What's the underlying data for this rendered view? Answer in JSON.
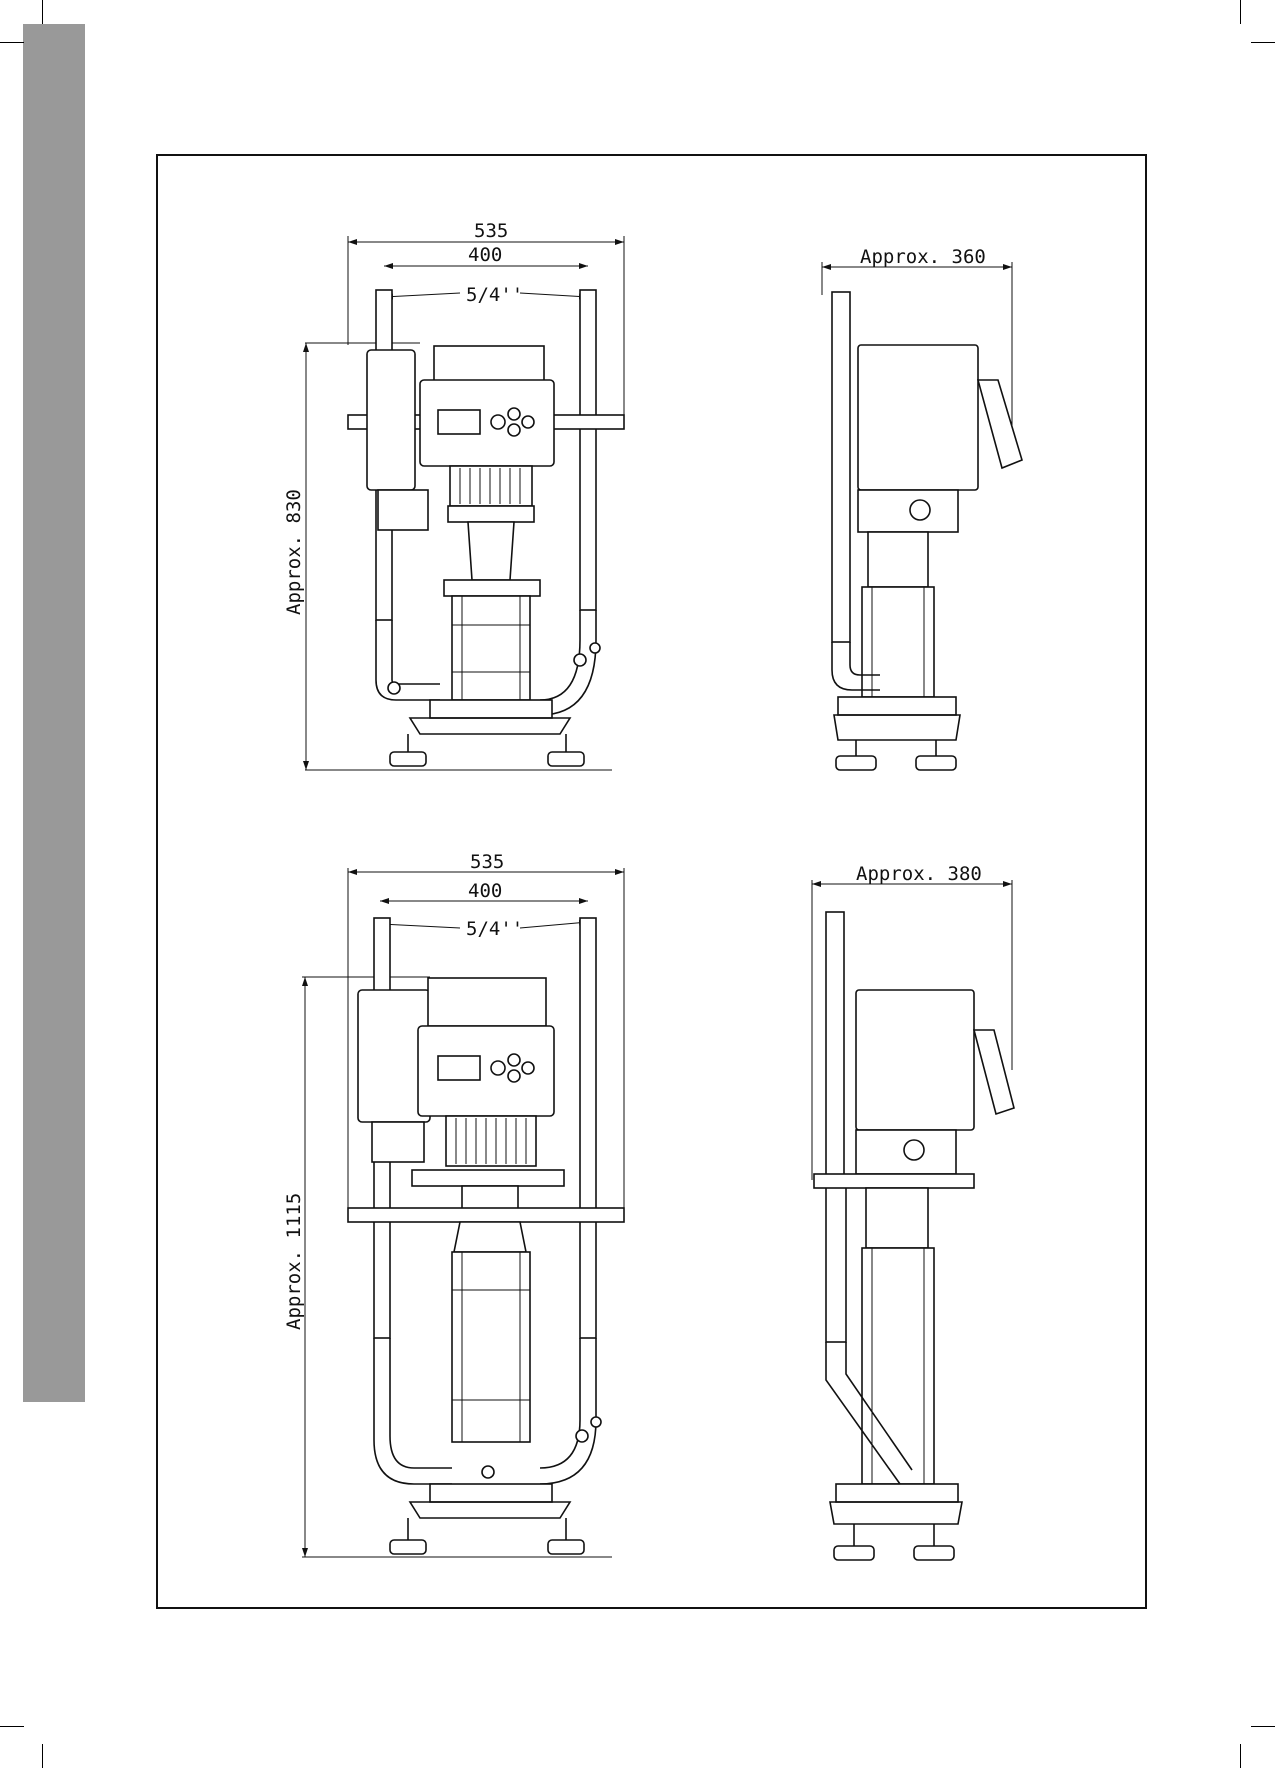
{
  "page": {
    "sidebar_color": "#999999",
    "frame_color": "#111111"
  },
  "views": {
    "top_front": {
      "width_overall": "535",
      "width_pipes": "400",
      "pipe_size": "5/4''",
      "height": "Approx. 830"
    },
    "top_side": {
      "depth": "Approx. 360"
    },
    "bottom_front": {
      "width_overall": "535",
      "width_pipes": "400",
      "pipe_size": "5/4''",
      "height": "Approx. 1115"
    },
    "bottom_side": {
      "depth": "Approx. 380"
    }
  }
}
